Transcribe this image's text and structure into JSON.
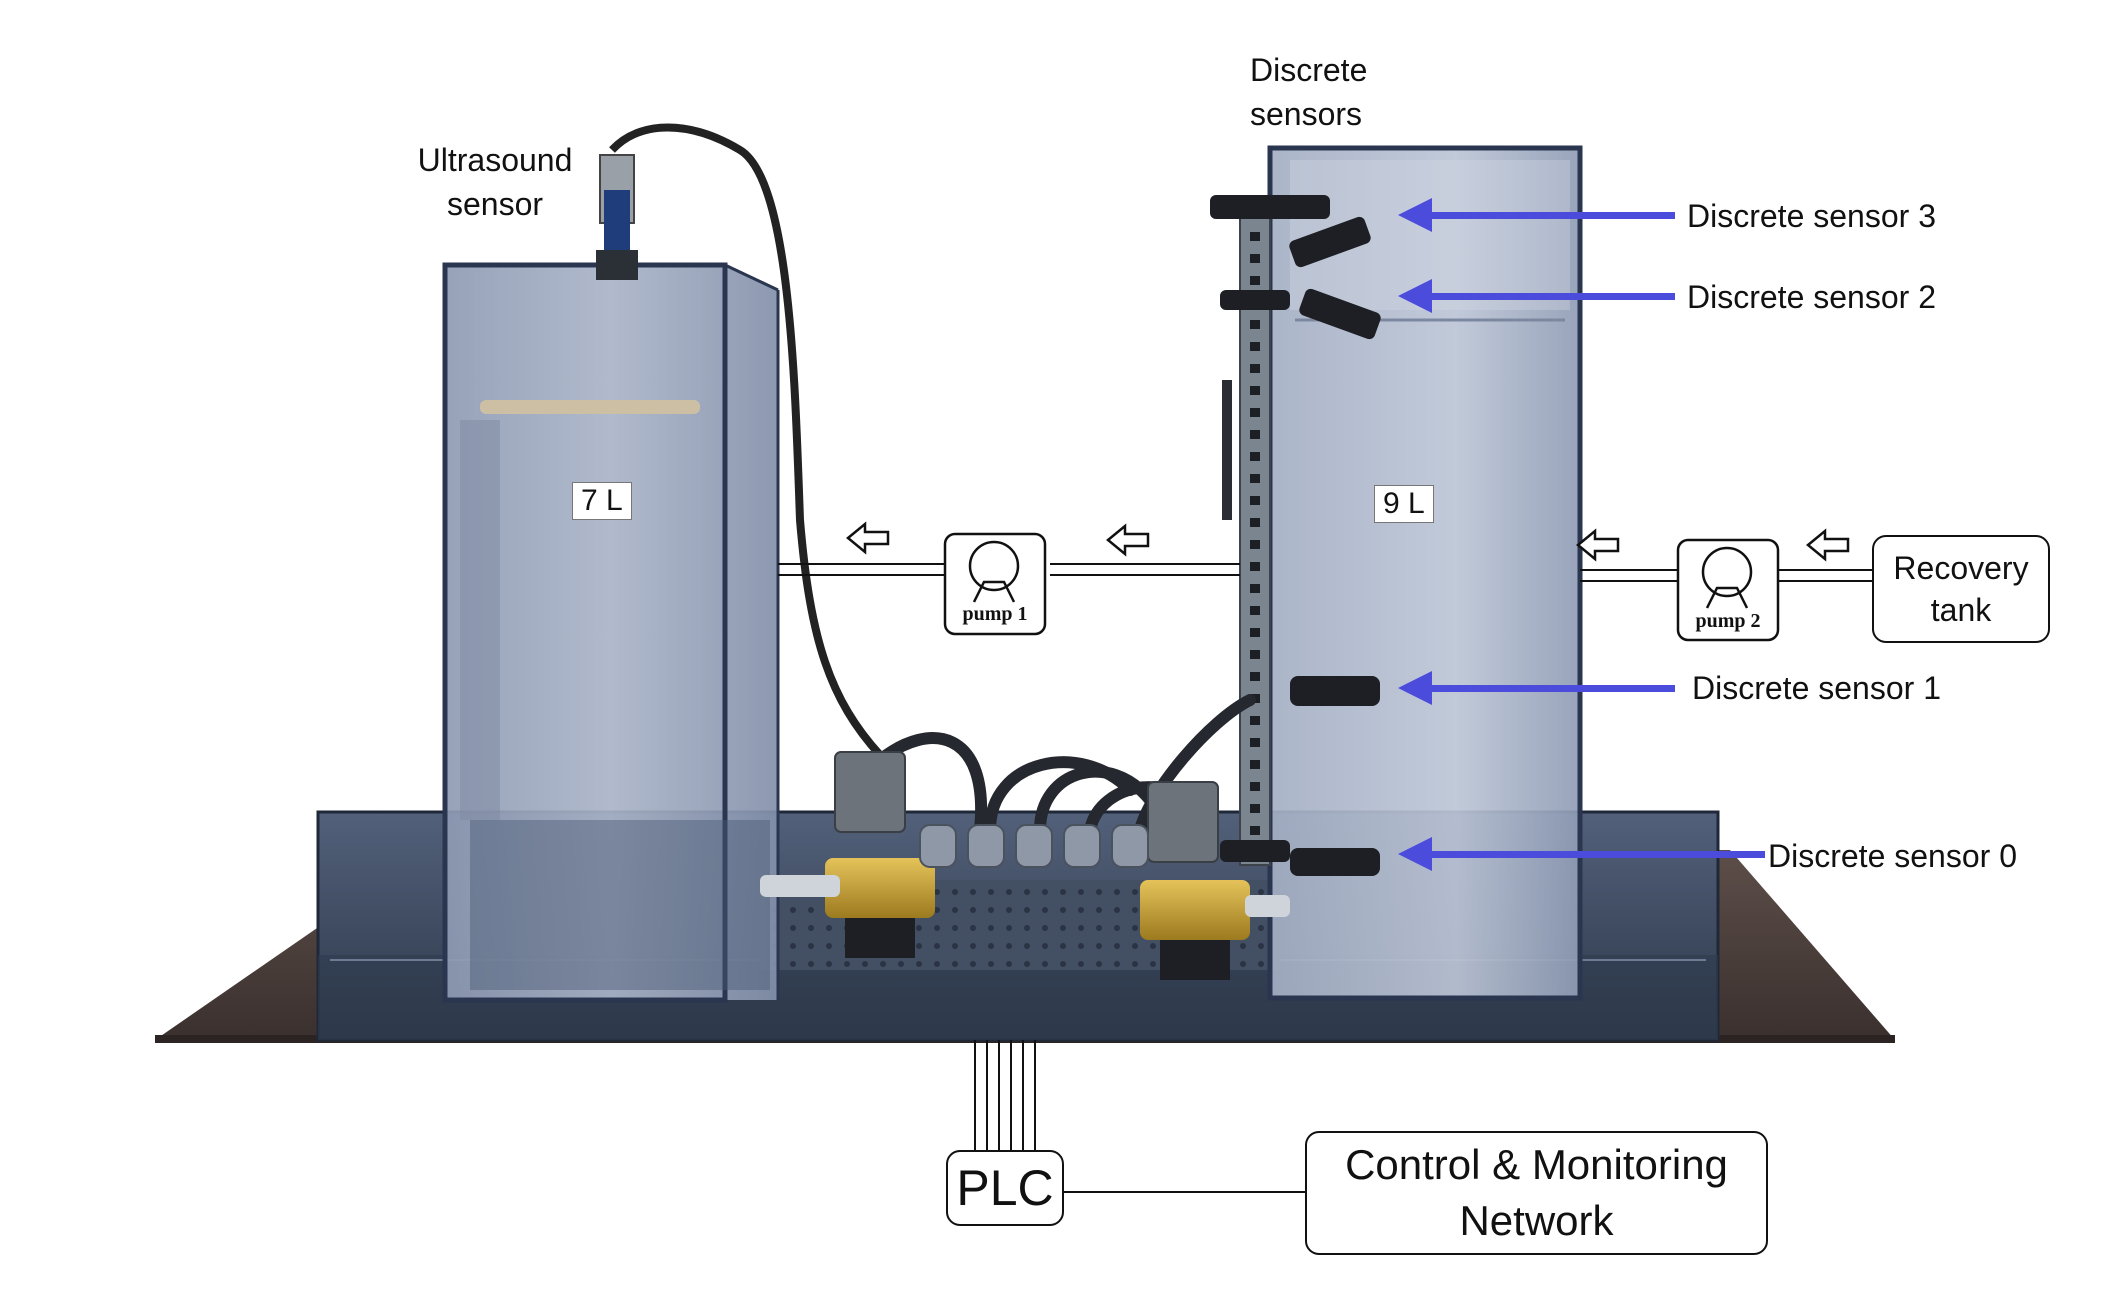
{
  "labels": {
    "ultrasound_sensor_line1": "Ultrasound",
    "ultrasound_sensor_line2": "sensor",
    "discrete_sensors_line1": "Discrete",
    "discrete_sensors_line2": "sensors",
    "discrete_sensor_3": "Discrete sensor 3",
    "discrete_sensor_2": "Discrete sensor 2",
    "discrete_sensor_1": "Discrete sensor 1",
    "discrete_sensor_0": "Discrete sensor 0",
    "tank_left_volume": "7 L",
    "tank_right_volume": "9 L",
    "pump1": "pump 1",
    "pump2": "pump 2",
    "recovery_tank_line1": "Recovery",
    "recovery_tank_line2": "tank",
    "plc": "PLC",
    "network_line1": "Control & Monitoring",
    "network_line2": "Network"
  },
  "colors": {
    "sensor_arrow": "#4b4bdc",
    "tank_glass": "#9ea9bf",
    "tank_edge": "#2a3550",
    "base_dark": "#3c4a5e",
    "table_brown": "#5a4a44",
    "rail_grey": "#7b8590",
    "valve_brass": "#c9a23a"
  },
  "icons": [
    "pump-icon",
    "flow-arrow-icon",
    "sensor-arrow-icon"
  ]
}
